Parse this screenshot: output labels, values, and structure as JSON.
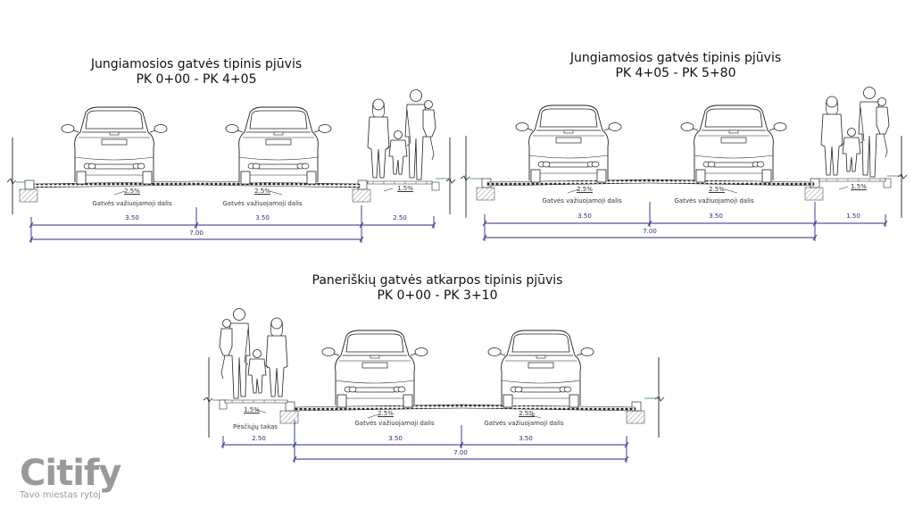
{
  "sections": [
    {
      "id": "section-1",
      "title_line1": "Jungiamosios gatvės tipinis pjūvis",
      "title_line2": "PK 0+00 - PK 4+05",
      "lanes": [
        {
          "label": "Gatvės važiuojamoji dalis",
          "slope": "2.5%",
          "width": "3.50"
        },
        {
          "label": "Gatvės važiuojamoji dalis",
          "slope": "2.5%",
          "width": "3.50"
        }
      ],
      "sidewalk": {
        "label": "",
        "slope": "1.5%",
        "width": "2.50",
        "side": "right"
      },
      "total_width": "7.00"
    },
    {
      "id": "section-2",
      "title_line1": "Jungiamosios gatvės tipinis pjūvis",
      "title_line2": "PK 4+05 - PK 5+80",
      "lanes": [
        {
          "label": "Gatvės važiuojamoji dalis",
          "slope": "2.5%",
          "width": "3.50"
        },
        {
          "label": "Gatvės važiuojamoji dalis",
          "slope": "2.5%",
          "width": "3.50"
        }
      ],
      "sidewalk": {
        "label": "",
        "slope": "1.5%",
        "width": "1.50",
        "side": "right"
      },
      "total_width": "7.00"
    },
    {
      "id": "section-3",
      "title_line1": "Paneriškių gatvės atkarpos tipinis pjūvis",
      "title_line2": "PK 0+00 - PK 3+10",
      "lanes": [
        {
          "label": "Gatvės važiuojamoji dalis",
          "slope": "2.5%",
          "width": "3.50"
        },
        {
          "label": "Gatvės važiuojamoji dalis",
          "slope": "2.5%",
          "width": "3.50"
        }
      ],
      "sidewalk": {
        "label": "Pėsčiųjų takas",
        "slope": "1.5%",
        "width": "2.50",
        "side": "left"
      },
      "total_width": "7.00"
    }
  ],
  "logo": {
    "name": "Citify",
    "tagline": "Tavo miestas rytoj"
  },
  "colors": {
    "dimension": "#2a2a8a",
    "line": "#222222",
    "logo": "#9a9a9a",
    "ground": "#2e8b57"
  }
}
